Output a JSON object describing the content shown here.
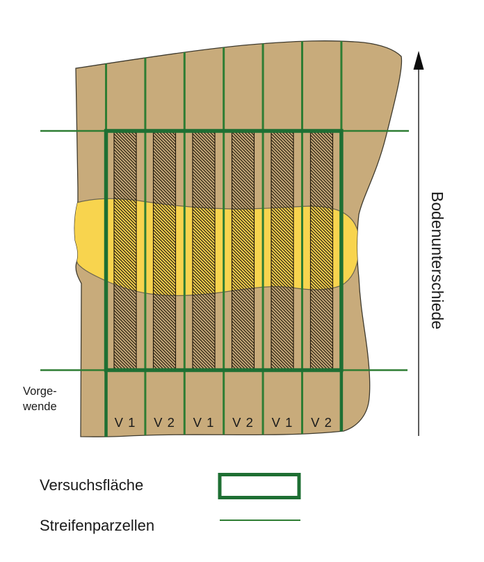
{
  "diagram": {
    "strip_labels": [
      "V 1",
      "V 2",
      "V 1",
      "V 2",
      "V 1",
      "V 2"
    ],
    "axis_label": "Bodenunterschiede",
    "headland_label_line1": "Vorge-",
    "headland_label_line2": "wende"
  },
  "legend": {
    "items": [
      {
        "label": "Versuchsfläche",
        "symbol": "green-rectangle-outline"
      },
      {
        "label": "Streifenparzellen",
        "symbol": "green-line"
      }
    ]
  },
  "icons": {
    "direction_arrow": "up-arrow"
  },
  "colors": {
    "field": "#C8AB7B",
    "soil_spot": "#F8D44E",
    "strip_line_green": "#2E7D33",
    "trial_border_green": "#1E6F33",
    "hatch_dark": "#2E2413",
    "field_outline": "#3E3A2E",
    "arrow": "#4A4A4A",
    "text": "#1A1A1A"
  }
}
